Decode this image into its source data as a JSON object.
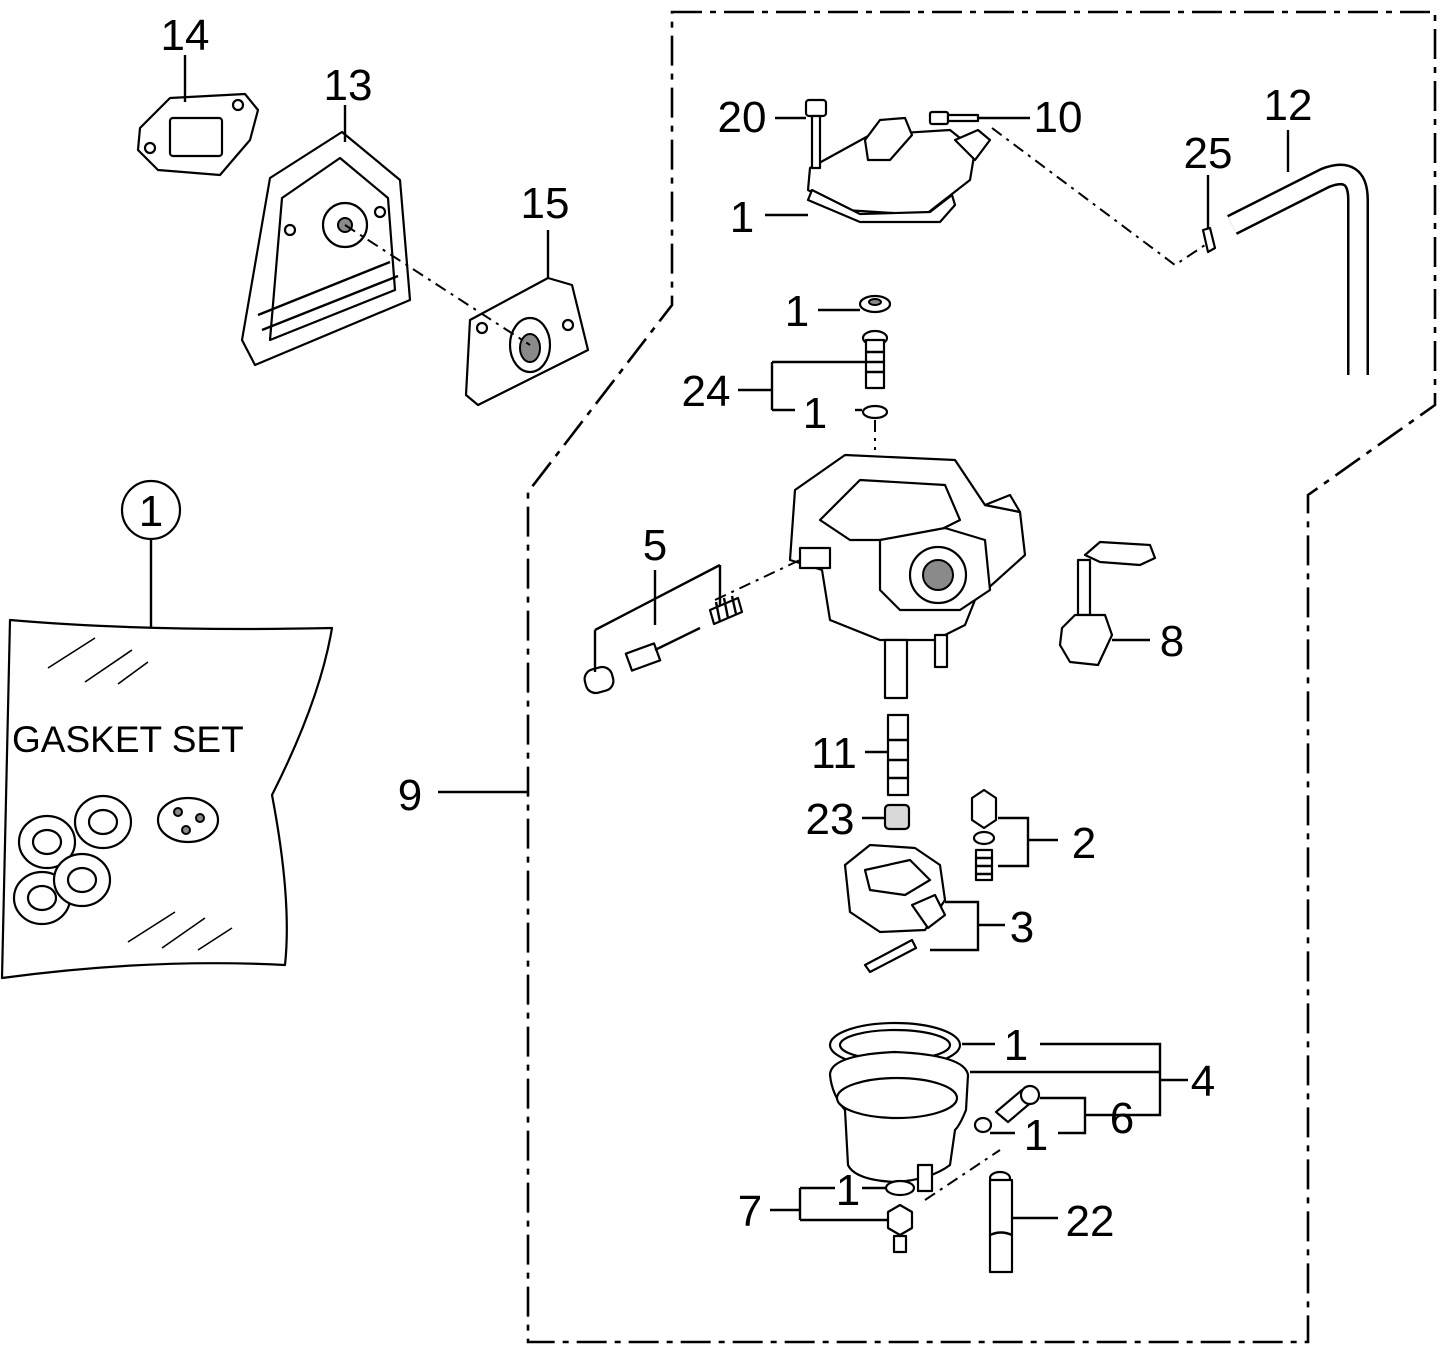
{
  "callouts": {
    "c1_top": "1",
    "c1_plug": "1",
    "c1_needle": "1",
    "c1_bowl_gasket": "1",
    "c1_screw": "1",
    "c1_drain": "1",
    "c2": "2",
    "c3": "3",
    "c4": "4",
    "c5": "5",
    "c6": "6",
    "c7": "7",
    "c8": "8",
    "c9": "9",
    "c10": "10",
    "c11": "11",
    "c12": "12",
    "c13": "13",
    "c14": "14",
    "c15": "15",
    "c20": "20",
    "c22": "22",
    "c23": "23",
    "c24": "24",
    "c25": "25"
  },
  "gasket_set": {
    "circled_ref": "1",
    "label": "GASKET SET"
  }
}
